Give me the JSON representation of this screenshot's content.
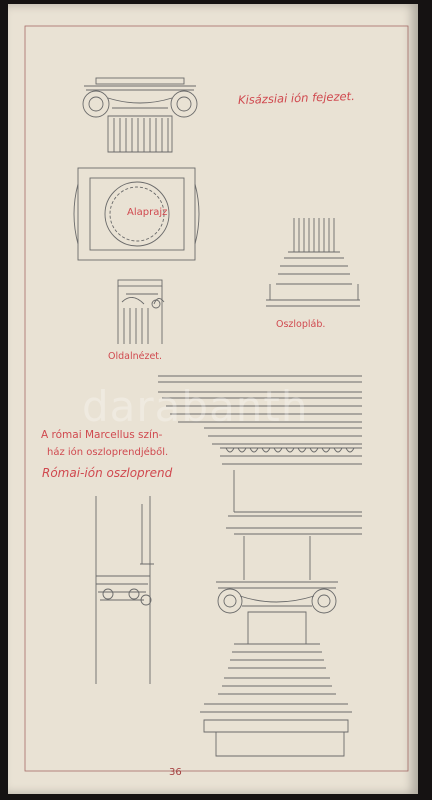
{
  "labels": {
    "kisazsiai": "Kisázsiai ión fejezet.",
    "alaprajz": "Alaprajz",
    "oszlopalab": "Oszlopláb.",
    "oldalnezet": "Oldalnézet.",
    "marcellus_line1": "A római Marcellus szín-",
    "marcellus_line2": "ház ión oszloprendjéből.",
    "romai_ion": "Római-ión oszloprend",
    "page_number": "36"
  },
  "watermark": "darabanth",
  "colors": {
    "paper": "#e9e2d4",
    "ink_pencil": "#6a6a6a",
    "ink_red": "#d0494f",
    "background": "#151212"
  }
}
